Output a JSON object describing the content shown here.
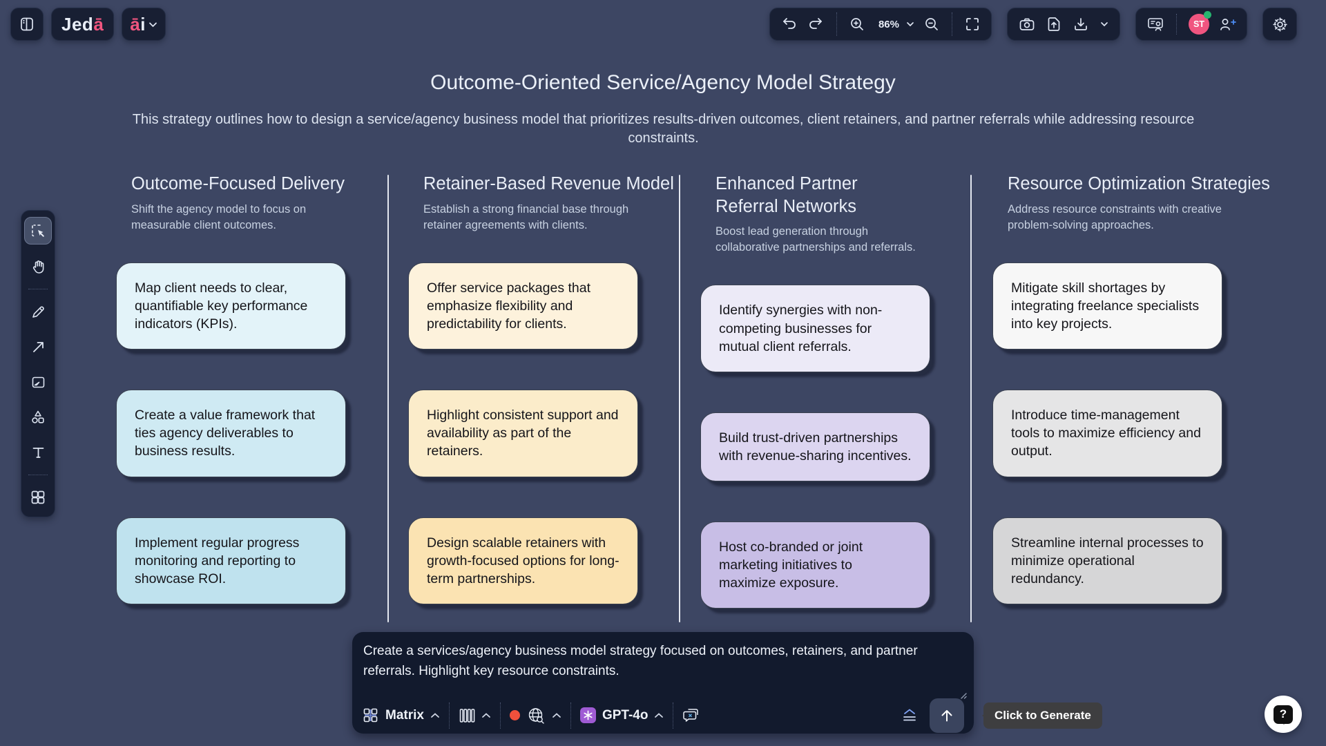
{
  "header": {
    "logo": {
      "part1": "Jed",
      "part2": "ā"
    },
    "ai_menu": {
      "part1": "ā",
      "part2": "i"
    },
    "zoom_value": "86%",
    "avatar": {
      "initials": "ST",
      "bg": "#f05580",
      "online_dot": "#27b46f"
    }
  },
  "board": {
    "title": "Outcome-Oriented Service/Agency Model Strategy",
    "subtitle": "This strategy outlines how to design a service/agency business model that prioritizes results-driven outcomes, client retainers, and partner referrals while addressing resource constraints.",
    "columns": [
      {
        "title": "Outcome-Focused Delivery",
        "description": "Shift the agency model to focus on measurable client outcomes.",
        "cards": [
          {
            "text": "Map client needs to clear, quantifiable key performance indicators (KPIs).",
            "bg": "#e3f3f9"
          },
          {
            "text": "Create a value framework that ties agency deliverables to business results.",
            "bg": "#cfeaf3"
          },
          {
            "text": "Implement regular progress monitoring and reporting to showcase ROI.",
            "bg": "#bfe2ee"
          }
        ]
      },
      {
        "title": "Retainer-Based Revenue Model",
        "description": "Establish a strong financial base through retainer agreements with clients.",
        "cards": [
          {
            "text": "Offer service packages that emphasize flexibility and predictability for clients.",
            "bg": "#fdf2dc"
          },
          {
            "text": "Highlight consistent support and availability as part of the retainers.",
            "bg": "#fbecca"
          },
          {
            "text": "Design scalable retainers with growth-focused options for long-term partnerships.",
            "bg": "#fbe3b2"
          }
        ]
      },
      {
        "title": "Enhanced Partner Referral Networks",
        "description": "Boost lead generation through collaborative partnerships and referrals.",
        "cards": [
          {
            "text": "Identify synergies with non-competing businesses for mutual client referrals.",
            "bg": "#eceaf7"
          },
          {
            "text": "Build trust-driven partnerships with revenue-sharing incentives.",
            "bg": "#dcd5f0"
          },
          {
            "text": "Host co-branded or joint marketing initiatives to maximize exposure.",
            "bg": "#c8bee6"
          }
        ]
      },
      {
        "title": "Resource Optimization Strategies",
        "description": "Address resource constraints with creative problem-solving approaches.",
        "cards": [
          {
            "text": "Mitigate skill shortages by integrating freelance specialists into key projects.",
            "bg": "#f7f7f7"
          },
          {
            "text": "Introduce time-management tools to maximize efficiency and output.",
            "bg": "#e5e5e6"
          },
          {
            "text": "Streamline internal processes to minimize operational redundancy.",
            "bg": "#d6d6d7"
          }
        ]
      }
    ]
  },
  "sidebar": {
    "tools": [
      "select",
      "hand",
      "pen",
      "arrow",
      "image",
      "shapes",
      "text",
      "grid"
    ]
  },
  "prompt": {
    "value": "Create a services/agency business model strategy focused on outcomes, retainers, and partner referrals. Highlight key resource constraints.",
    "template_label": "Matrix",
    "model_label": "GPT-4o",
    "model_badge_bg": "#9f5bd4",
    "visual_dot": "#f1503c",
    "tooltip": "Click to Generate"
  },
  "help": {
    "label": "?"
  }
}
